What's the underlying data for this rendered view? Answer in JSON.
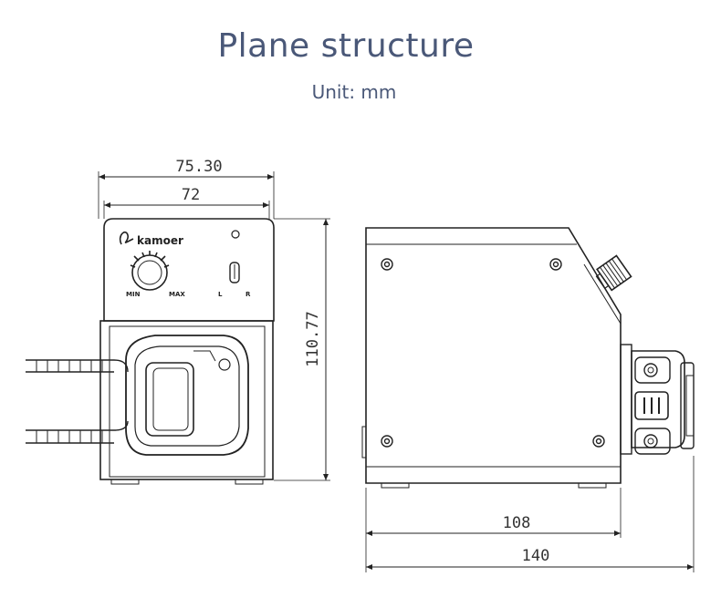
{
  "title": "Plane structure",
  "subtitle": "Unit: mm",
  "dimensions": {
    "front_outer_width": "75.30",
    "front_inner_width": "72",
    "height": "110.77",
    "side_body_length": "108",
    "side_total_length": "140"
  },
  "panel": {
    "brand": "kamoer",
    "knob_min": "MIN",
    "knob_max": "MAX",
    "switch_left": "L",
    "switch_right": "R"
  },
  "colors": {
    "title": "#4a5878",
    "line": "#222222"
  }
}
